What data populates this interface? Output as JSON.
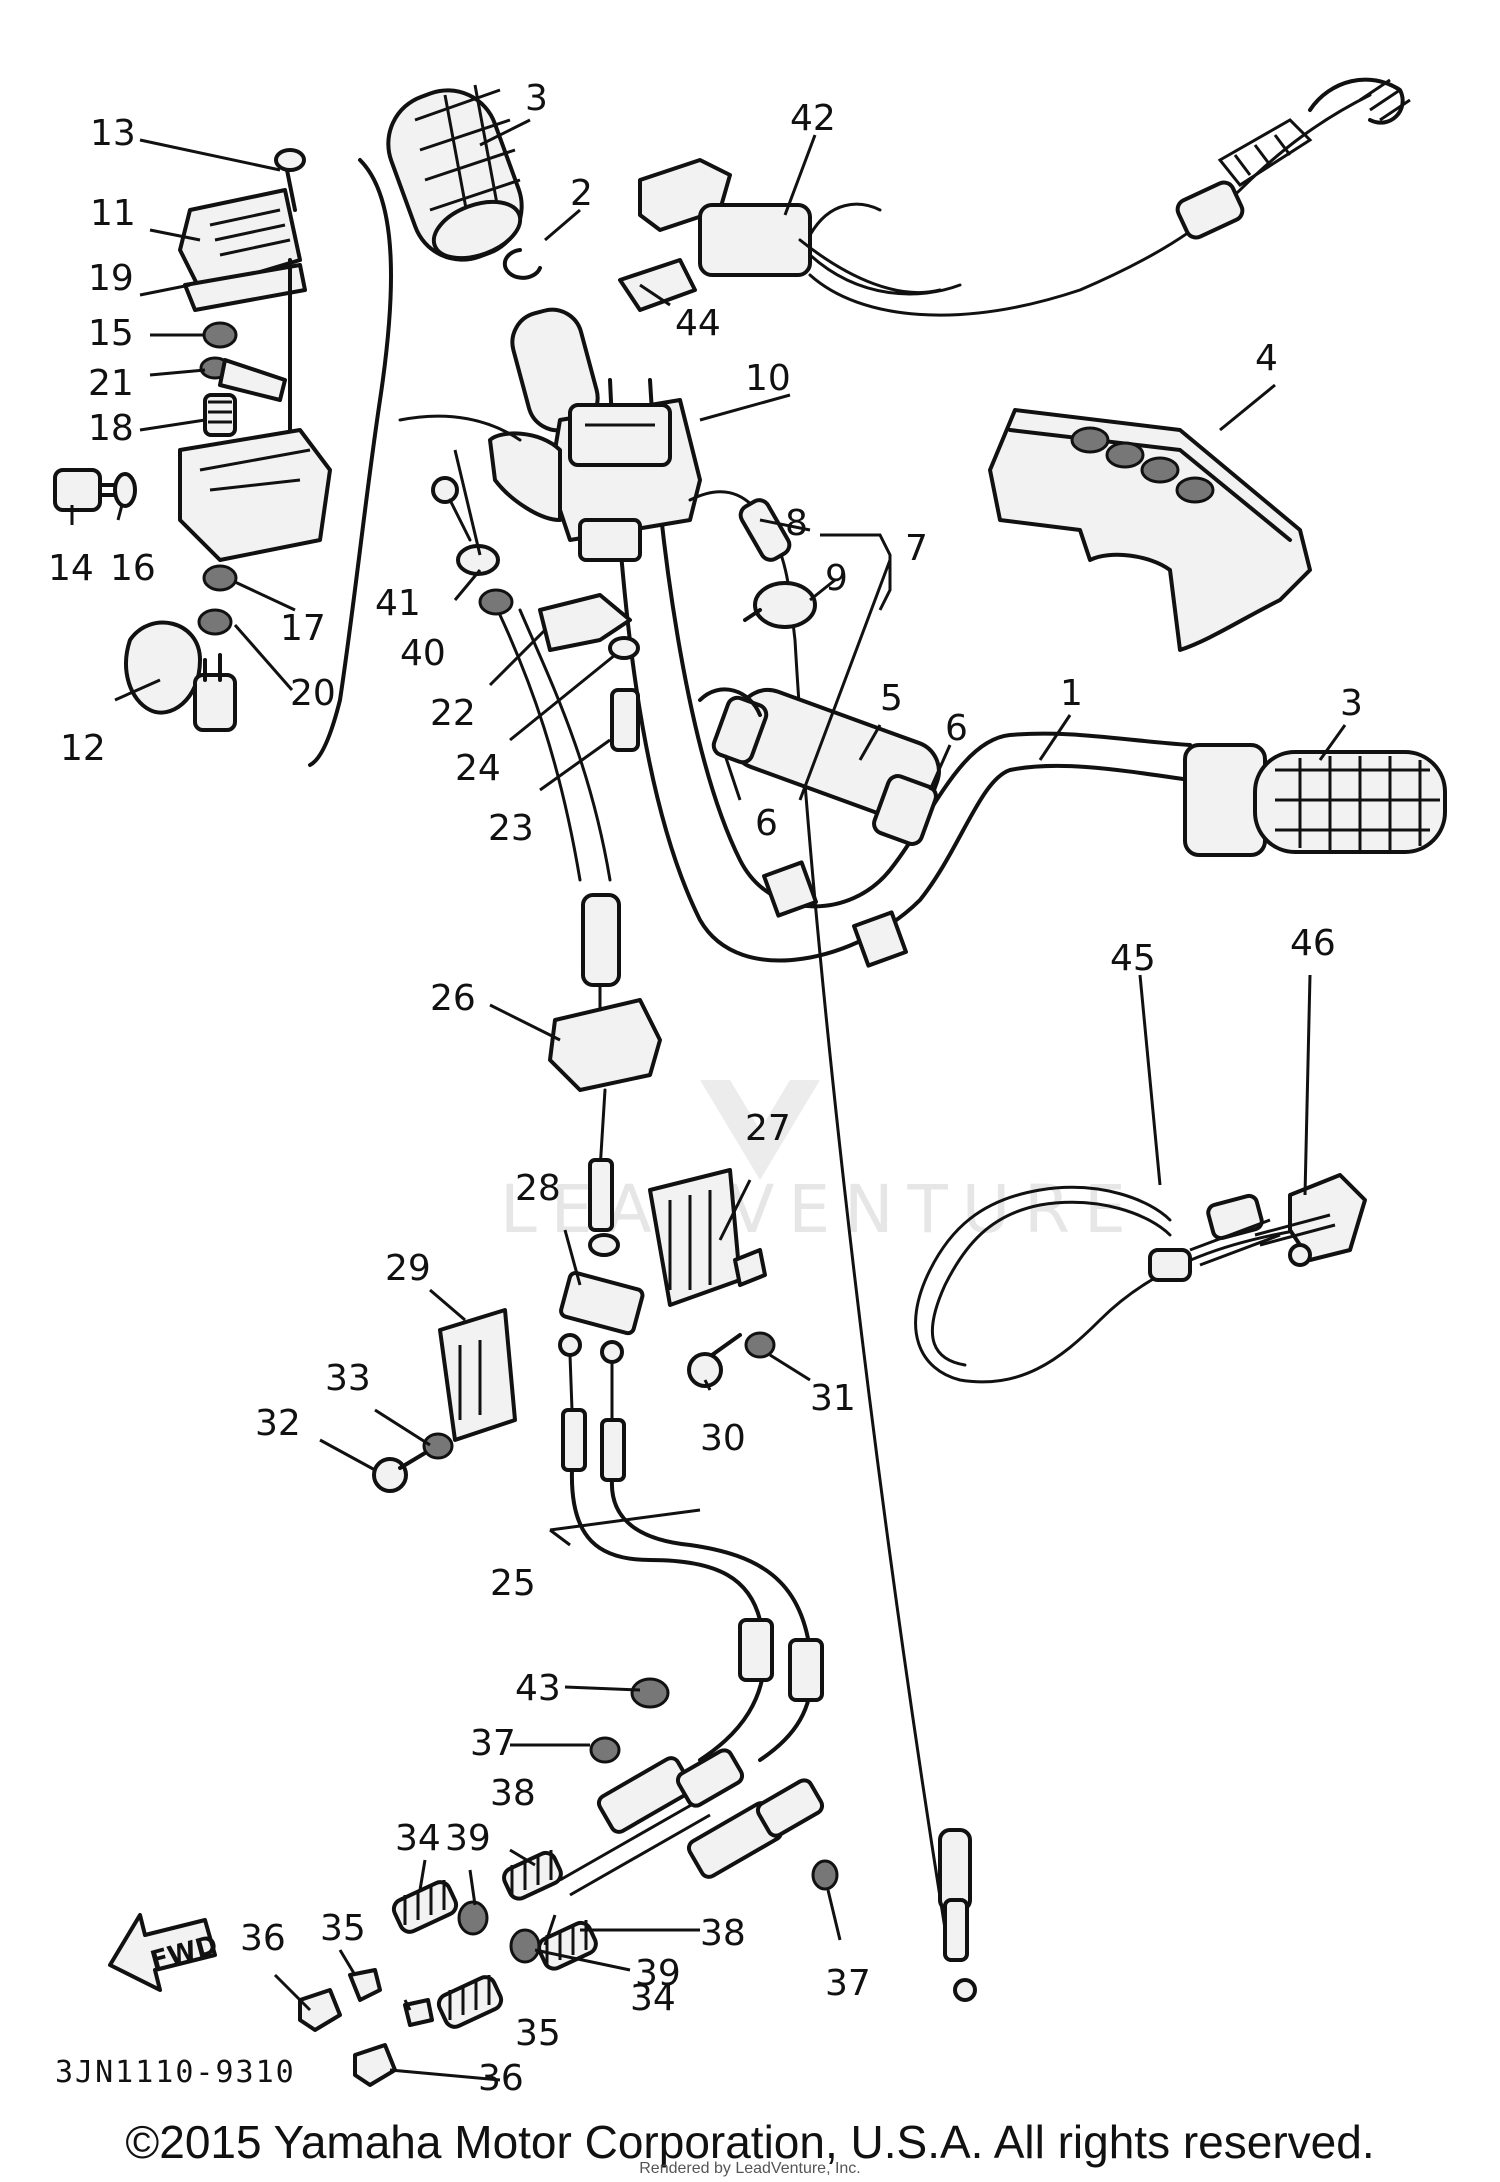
{
  "diagram": {
    "part_code": "3JN1110-9310",
    "fwd_label": "FWD",
    "watermark": "LEADVENTURE",
    "callouts": {
      "p1": "1",
      "p2": "2",
      "p3a": "3",
      "p3b": "3",
      "p4": "4",
      "p5": "5",
      "p6a": "6",
      "p6b": "6",
      "p7": "7",
      "p8": "8",
      "p9": "9",
      "p10": "10",
      "p11": "11",
      "p12": "12",
      "p13": "13",
      "p14": "14",
      "p15": "15",
      "p16": "16",
      "p17": "17",
      "p18": "18",
      "p19": "19",
      "p20": "20",
      "p21": "21",
      "p22": "22",
      "p23": "23",
      "p24": "24",
      "p25": "25",
      "p26": "26",
      "p27": "27",
      "p28": "28",
      "p29": "29",
      "p30": "30",
      "p31": "31",
      "p32": "32",
      "p33": "33",
      "p34a": "34",
      "p34b": "34",
      "p35a": "35",
      "p35b": "35",
      "p36a": "36",
      "p36b": "36",
      "p37a": "37",
      "p37b": "37",
      "p38a": "38",
      "p38b": "38",
      "p39a": "39",
      "p39b": "39",
      "p40": "40",
      "p41": "41",
      "p42": "42",
      "p43": "43",
      "p44": "44",
      "p45": "45",
      "p46": "46"
    }
  },
  "footer": {
    "copyright": "©2015 Yamaha Motor Corporation, U.S.A. All rights reserved.",
    "rendered_by": "Rendered by LeadVenture, Inc."
  }
}
